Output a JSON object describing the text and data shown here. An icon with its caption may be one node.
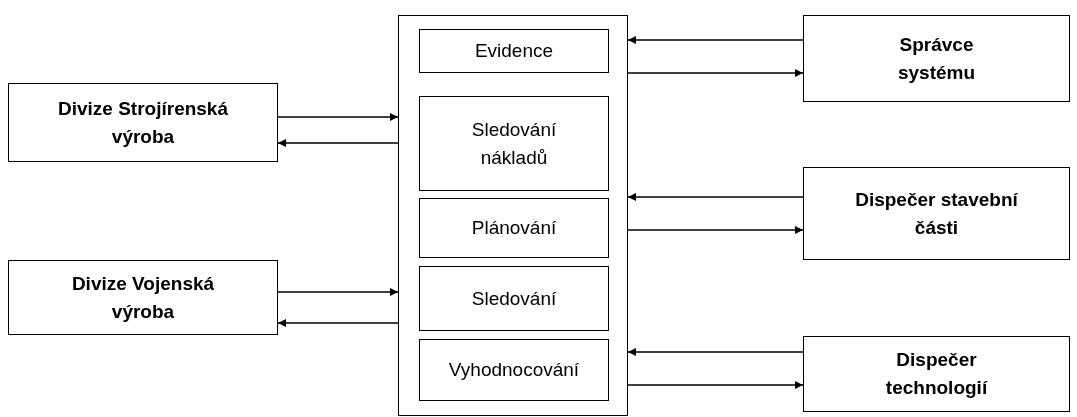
{
  "diagram": {
    "nodes": [
      {
        "text": [],
        "shape": "box"
      },
      {
        "text": [
          "Evidence"
        ],
        "in": 0
      },
      {
        "text": [
          "Sledování nákladů"
        ],
        "in": 0
      },
      {
        "text": [
          "Plánování"
        ],
        "in": 0
      },
      {
        "text": [
          "Sledování"
        ],
        "in": 0
      },
      {
        "text": [
          "Vyhodnocování"
        ],
        "in": 0
      },
      {
        "text": [
          "Divize Strojírenská výroba"
        ]
      },
      {
        "text": [
          "Divize Vojenská výroba"
        ]
      },
      {
        "text": [
          "Správce systému"
        ]
      },
      {
        "text": [
          "Dispečer stavební části"
        ]
      },
      {
        "text": [
          "Dispečer technologií"
        ]
      }
    ],
    "edges": [
      {
        "from": 6,
        "to": 0,
        "arrow": "to"
      },
      {
        "from": 0,
        "to": 6,
        "arrow": "to"
      },
      {
        "from": 7,
        "to": 0,
        "arrow": "to"
      },
      {
        "from": 0,
        "to": 7,
        "arrow": "to"
      },
      {
        "from": 8,
        "to": 0,
        "arrow": "to"
      },
      {
        "from": 0,
        "to": 8,
        "arrow": "to"
      },
      {
        "from": 9,
        "to": 0,
        "arrow": "to"
      },
      {
        "from": 0,
        "to": 9,
        "arrow": "to"
      },
      {
        "from": 10,
        "to": 0,
        "arrow": "to"
      },
      {
        "from": 0,
        "to": 10,
        "arrow": "to"
      }
    ]
  }
}
